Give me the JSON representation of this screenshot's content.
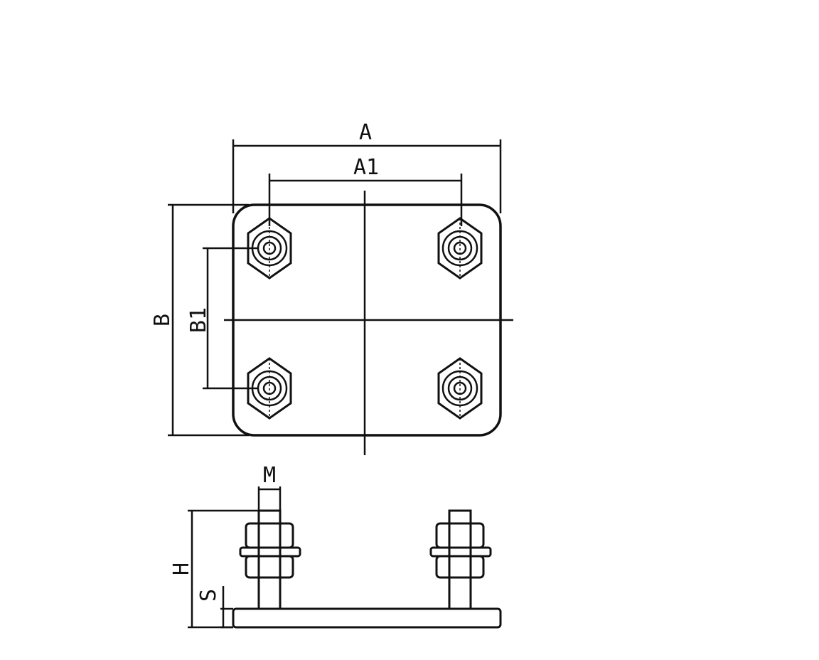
{
  "diagram": {
    "labels": {
      "a": "A",
      "a1": "A1",
      "b": "B",
      "b1": "B1",
      "m": "M",
      "h": "H",
      "s": "S"
    }
  },
  "colors": {
    "line": "#111111",
    "background": "#ffffff"
  }
}
